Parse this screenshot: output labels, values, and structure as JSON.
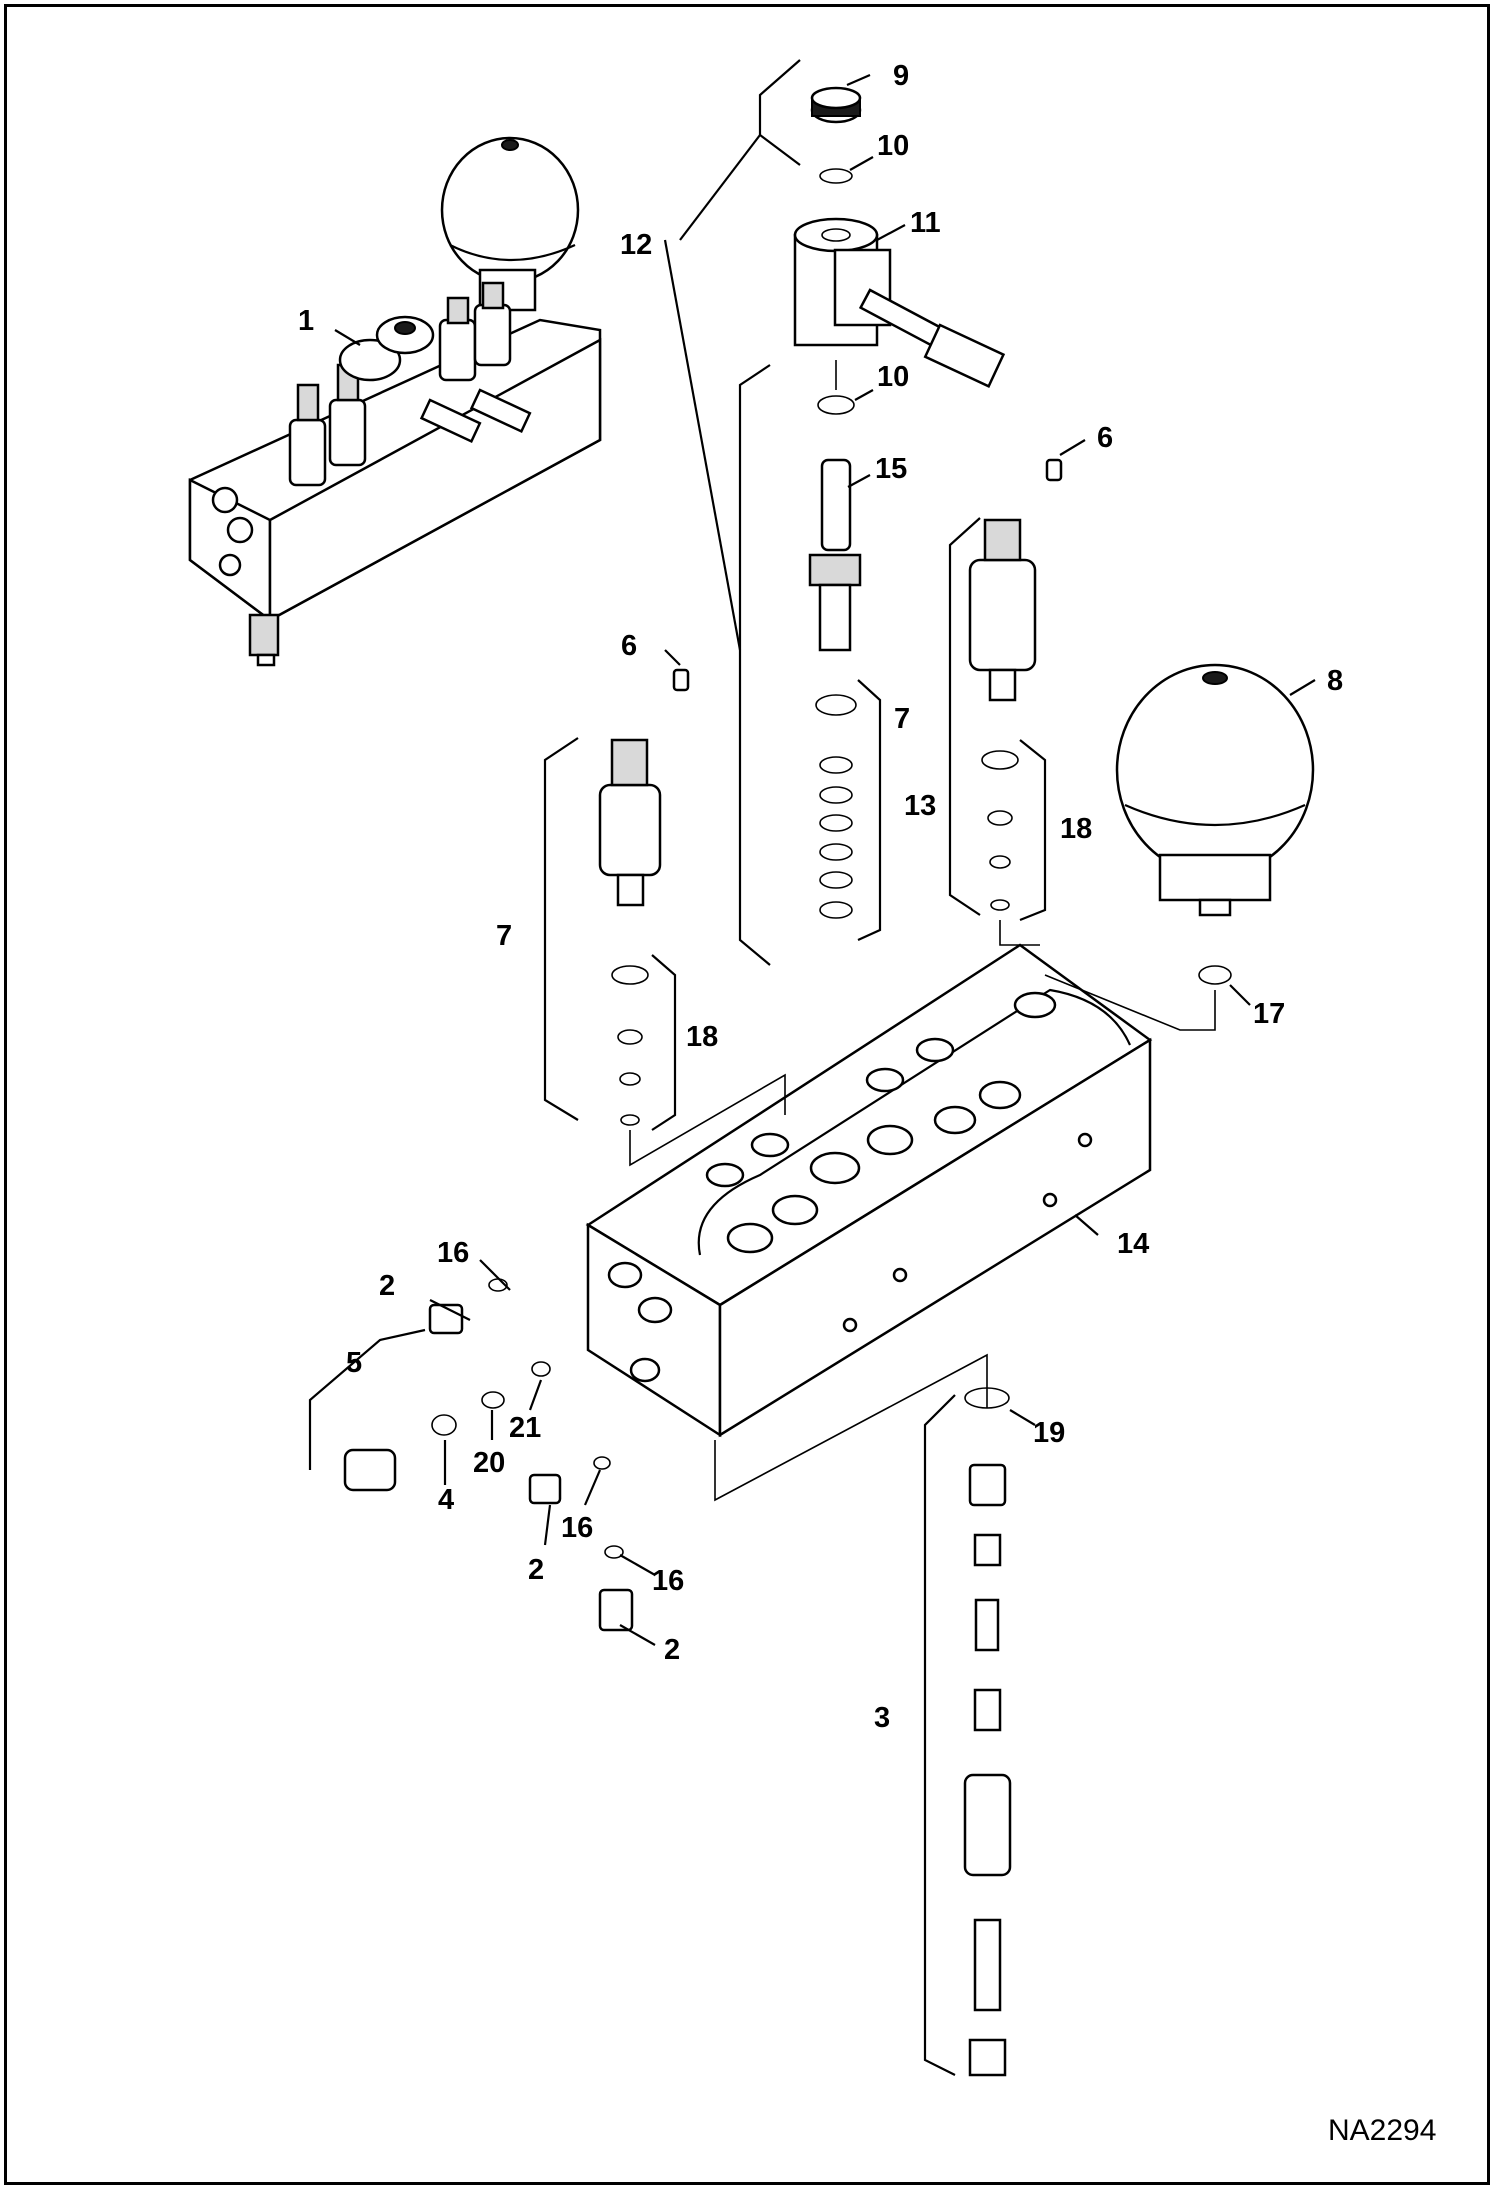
{
  "document_id": "NA2294",
  "callouts": {
    "c1": "1",
    "c2a": "2",
    "c2b": "2",
    "c2c": "2",
    "c3": "3",
    "c4": "4",
    "c5": "5",
    "c6a": "6",
    "c6b": "6",
    "c7a": "7",
    "c7b": "7",
    "c8": "8",
    "c9": "9",
    "c10a": "10",
    "c10b": "10",
    "c11": "11",
    "c12": "12",
    "c13": "13",
    "c14": "14",
    "c15": "15",
    "c16a": "16",
    "c16b": "16",
    "c16c": "16",
    "c17": "17",
    "c18a": "18",
    "c18b": "18",
    "c19": "19",
    "c20": "20",
    "c21": "21"
  }
}
